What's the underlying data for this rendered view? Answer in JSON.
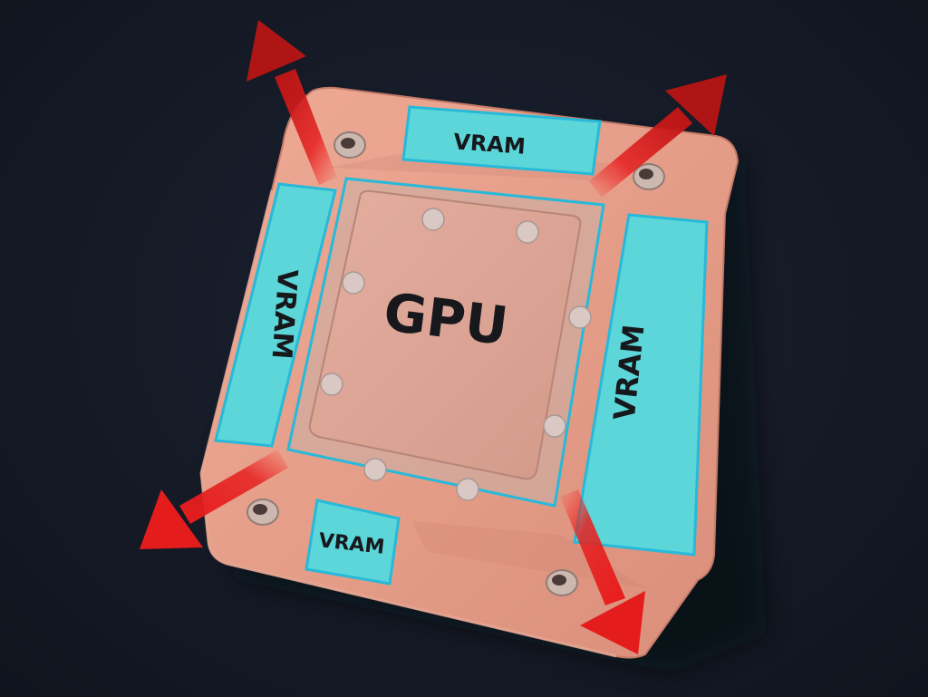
{
  "diagram": {
    "gpu_label": "GPU",
    "vram_labels": {
      "top": "VRAM",
      "left": "VRAM",
      "right": "VRAM",
      "bottom": "VRAM"
    },
    "colors": {
      "background": "#141925",
      "copper_plate": "#e6a08c",
      "copper_edge": "#c9806e",
      "vram_fill": "#5cd6d8",
      "vram_border": "#27b9d9",
      "gpu_die": "#dda494",
      "arrow_red": "#e41c1c"
    },
    "arrows": [
      {
        "direction": "up-left",
        "meaning": "heat flow outward"
      },
      {
        "direction": "up-right",
        "meaning": "heat flow outward"
      },
      {
        "direction": "down-left",
        "meaning": "heat flow outward"
      },
      {
        "direction": "down-right",
        "meaning": "heat flow outward"
      }
    ]
  }
}
